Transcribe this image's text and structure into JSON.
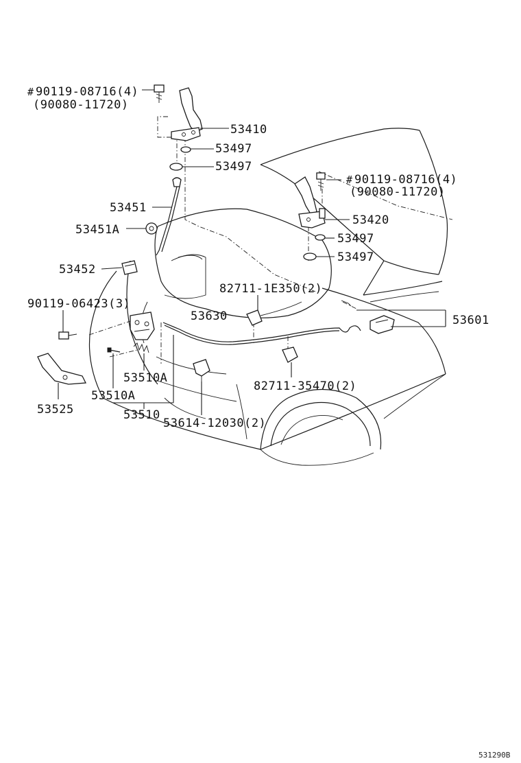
{
  "diagram": {
    "labels": {
      "hinge_bolt_left": "90119-08716(4)",
      "hinge_bolt_left_alt": "(90080-11720)",
      "hinge_left": "53410",
      "cushion_1": "53497",
      "cushion_2": "53497",
      "hinge_bolt_right": "90119-08716(4)",
      "hinge_bolt_right_alt": "(90080-11720)",
      "hinge_right": "53420",
      "cushion_3": "53497",
      "cushion_4": "53497",
      "support_rod": "53451",
      "rod_grommet": "53451A",
      "rod_holder": "53452",
      "clip_upper": "82711-1E350(2)",
      "lock_bolt": "90119-06423(3)",
      "release_cable": "53630",
      "release_lever": "53601",
      "lock_spring": "53510A",
      "lock_pin": "53510A",
      "lock_assembly": "53510",
      "cable_clamp_lower": "82711-35470(2)",
      "lock_clip": "53614-12030(2)",
      "lock_bracket": "53525"
    },
    "marks": {
      "left_bolt_mark": "#",
      "right_bolt_mark": "#"
    },
    "figure_code": "531290B"
  }
}
